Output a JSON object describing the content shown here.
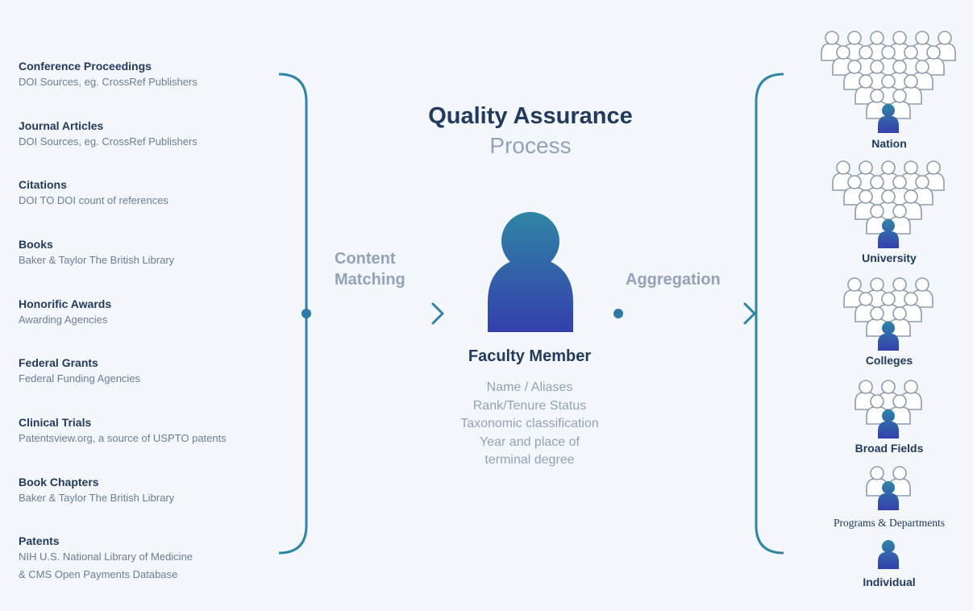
{
  "colors": {
    "background": "#f3f7fb",
    "heading": "#223a5e",
    "muted": "#93a2b8",
    "subtext": "#6b7d96",
    "gradient_start": "#2f84a6",
    "gradient_end": "#3440ad",
    "outline_person": "#8e9bae"
  },
  "title": "Quality Assurance",
  "subtitle": "Process",
  "sources": [
    {
      "title": "Conference Proceedings",
      "lines": [
        "DOI Sources, eg. CrossRef Publishers"
      ]
    },
    {
      "title": "Journal Articles",
      "lines": [
        "DOI Sources, eg. CrossRef Publishers"
      ]
    },
    {
      "title": "Citations",
      "lines": [
        "DOI TO DOI count of references"
      ]
    },
    {
      "title": "Books",
      "lines": [
        "Baker & Taylor The British Library"
      ]
    },
    {
      "title": "Honorific Awards",
      "lines": [
        "Awarding Agencies"
      ]
    },
    {
      "title": "Federal Grants",
      "lines": [
        "Federal Funding Agencies"
      ]
    },
    {
      "title": "Clinical Trials",
      "lines": [
        "Patentsview.org, a source of USPTO patents"
      ]
    },
    {
      "title": "Book Chapters",
      "lines": [
        "Baker & Taylor The British Library"
      ]
    },
    {
      "title": "Patents",
      "lines": [
        "NIH U.S. National Library of Medicine",
        "& CMS Open Payments Database"
      ]
    }
  ],
  "flow": {
    "left_label_line1": "Content",
    "left_label_line2": "Matching",
    "right_label": "Aggregation"
  },
  "center": {
    "name": "Faculty Member",
    "icon": "person-icon",
    "attributes": [
      "Name / Aliases",
      "Rank/Tenure Status",
      "Taxonomic classification",
      "Year and place of",
      "terminal degree"
    ]
  },
  "levels": [
    {
      "label": "Nation",
      "rows": [
        6,
        5,
        4,
        3,
        2
      ]
    },
    {
      "label": "University",
      "rows": [
        5,
        4,
        3,
        2
      ]
    },
    {
      "label": "Colleges",
      "rows": [
        4,
        3,
        2
      ]
    },
    {
      "label": "Broad Fields",
      "rows": [
        3,
        2
      ]
    },
    {
      "label": "Programs & Departments",
      "rows": [
        2
      ]
    },
    {
      "label": "Individual",
      "rows": []
    }
  ]
}
